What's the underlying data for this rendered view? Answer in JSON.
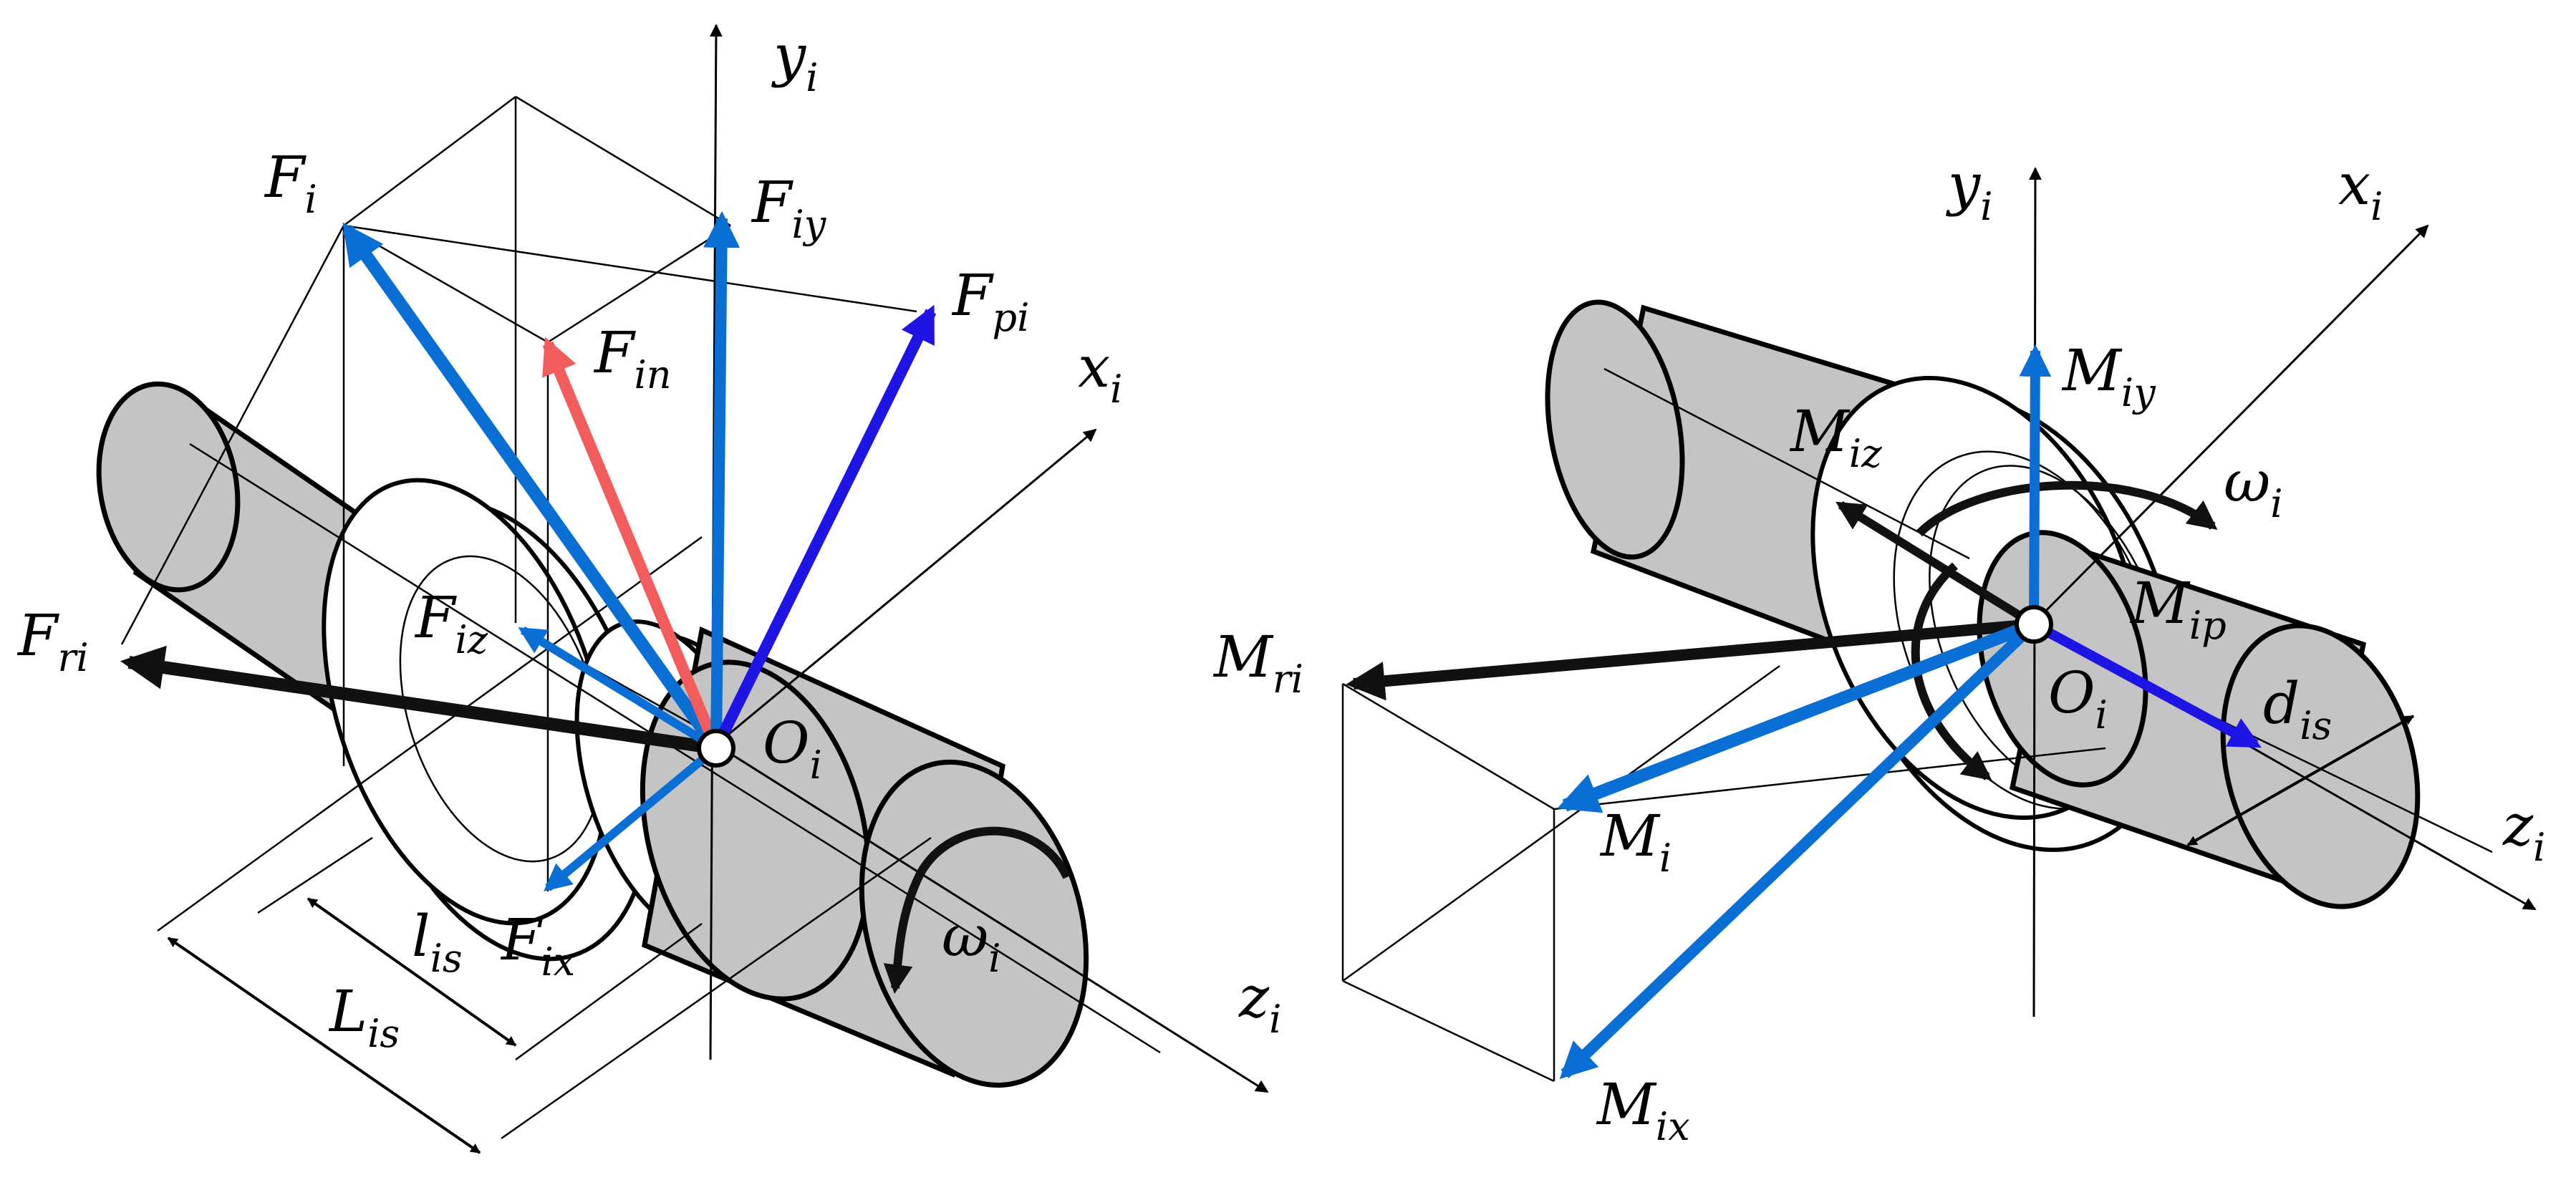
{
  "left_panel": {
    "labels": {
      "F_i": {
        "main": "F",
        "sub": "i"
      },
      "F_iy": {
        "main": "F",
        "sub": "iy"
      },
      "F_pi": {
        "main": "F",
        "sub": "pi"
      },
      "F_in": {
        "main": "F",
        "sub": "in"
      },
      "F_iz": {
        "main": "F",
        "sub": "iz"
      },
      "F_ri": {
        "main": "F",
        "sub": "ri"
      },
      "F_ix": {
        "main": "F",
        "sub": "ix"
      },
      "O_i": {
        "main": "O",
        "sub": "i"
      },
      "x_i": {
        "main": "x",
        "sub": "i"
      },
      "y_i": {
        "main": "y",
        "sub": "i"
      },
      "z_i": {
        "main": "z",
        "sub": "i"
      },
      "omega_i": {
        "main": "ω",
        "sub": "i"
      },
      "l_is": {
        "main": "l",
        "sub": "is"
      },
      "L_is": {
        "main": "L",
        "sub": "is"
      }
    }
  },
  "right_panel": {
    "labels": {
      "M_iy": {
        "main": "M",
        "sub": "iy"
      },
      "M_iz": {
        "main": "M",
        "sub": "iz"
      },
      "M_ip": {
        "main": "M",
        "sub": "ip"
      },
      "M_ri": {
        "main": "M",
        "sub": "ri"
      },
      "M_i": {
        "main": "M",
        "sub": "i"
      },
      "M_ix": {
        "main": "M",
        "sub": "ix"
      },
      "O_i": {
        "main": "O",
        "sub": "i"
      },
      "x_i": {
        "main": "x",
        "sub": "i"
      },
      "y_i": {
        "main": "y",
        "sub": "i"
      },
      "z_i": {
        "main": "z",
        "sub": "i"
      },
      "omega_i": {
        "main": "ω",
        "sub": "i"
      },
      "d_is": {
        "main": "d",
        "sub": "is"
      }
    }
  },
  "colors": {
    "blue": "#0a6fd4",
    "dark_blue": "#1e14e6",
    "red": "#f25c5c",
    "black": "#111111",
    "cylinder_gray": "#c4c4c4"
  }
}
